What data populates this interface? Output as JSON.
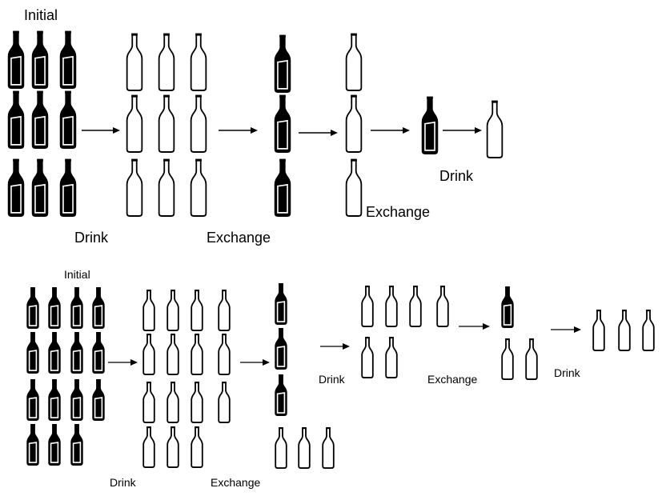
{
  "labels": {
    "top_initial": "Initial",
    "top_drink_1": "Drink",
    "top_exchange_1": "Exchange",
    "top_exchange_2": "Exchange",
    "top_drink_2": "Drink",
    "bottom_initial": "Initial",
    "bottom_drink_1": "Drink",
    "bottom_exchange_1": "Exchange",
    "bottom_drink_2": "Drink",
    "bottom_exchange_2": "Exchange",
    "bottom_drink_3": "Drink"
  },
  "scenarios": [
    {
      "stages": [
        {
          "full": 9,
          "empty": 0
        },
        {
          "full": 0,
          "empty": 9
        },
        {
          "full": 3,
          "empty": 0
        },
        {
          "full": 0,
          "empty": 3
        },
        {
          "full": 1,
          "empty": 0
        },
        {
          "full": 0,
          "empty": 1
        }
      ]
    },
    {
      "stages": [
        {
          "full": 15,
          "empty": 0
        },
        {
          "full": 0,
          "empty": 15
        },
        {
          "full": 3,
          "empty": 3
        },
        {
          "full": 0,
          "empty": 6
        },
        {
          "full": 1,
          "empty": 2
        },
        {
          "full": 0,
          "empty": 3
        }
      ]
    }
  ],
  "colors": {
    "ink": "#000000",
    "background": "#ffffff"
  }
}
